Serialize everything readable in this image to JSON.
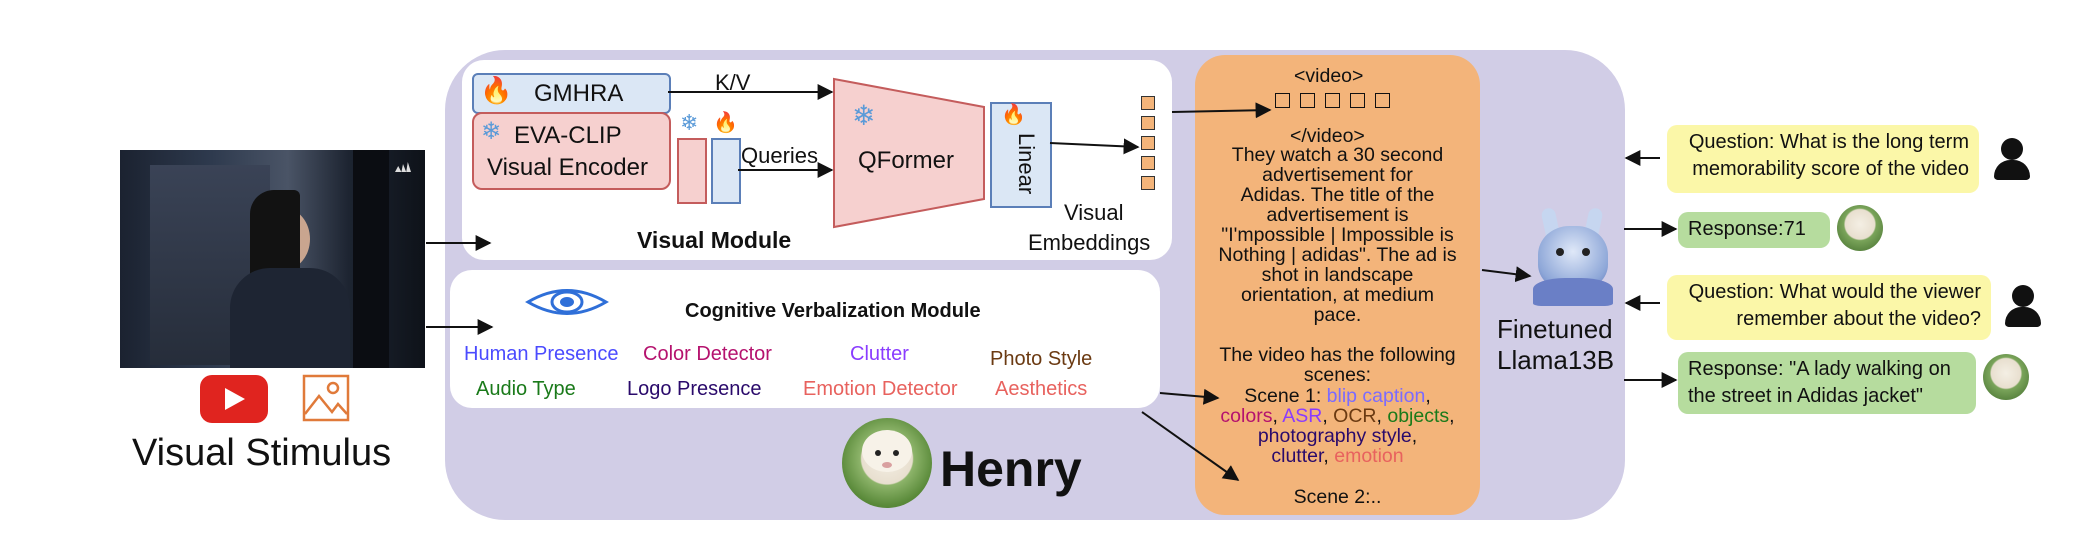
{
  "stimulus": {
    "caption": "Visual Stimulus"
  },
  "henry": {
    "title": "Henry"
  },
  "visual_module": {
    "title": "Visual Module",
    "gmhra": "GMHRA",
    "eva_line1": "EVA-CLIP",
    "eva_line2": "Visual Encoder",
    "kv": "K/V",
    "queries": "Queries",
    "qformer": "QFormer",
    "linear": "Linear",
    "embeddings_line1": "Visual",
    "embeddings_line2": "Embeddings"
  },
  "cognitive_module": {
    "title": "Cognitive Verbalization Module",
    "items": [
      {
        "label": "Human Presence",
        "color": "#4b4bff"
      },
      {
        "label": "Color Detector",
        "color": "#b5126e"
      },
      {
        "label": "Clutter",
        "color": "#8a3cff"
      },
      {
        "label": "Photo Style",
        "color": "#6b3a12"
      },
      {
        "label": "Audio Type",
        "color": "#1a7a1a"
      },
      {
        "label": "Logo Presence",
        "color": "#2a0a6b"
      },
      {
        "label": "Emotion Detector",
        "color": "#e8625e"
      },
      {
        "label": "Aesthetics",
        "color": "#e8625e"
      }
    ]
  },
  "prompt": {
    "video_open": "<video>",
    "video_close": "</video>",
    "line1": "They watch a 30 second",
    "line2": "advertisement for",
    "line3": "Adidas. The title of the",
    "line4": "advertisement is",
    "line5": "\"I'mpossible | Impossible is",
    "line6": "Nothing | adidas\". The ad is",
    "line7": "shot in landscape",
    "line8": "orientation, at medium",
    "line9": "pace.",
    "scenes_line1": "The video has the following",
    "scenes_line2": "scenes:",
    "scene1_prefix": "Scene 1: ",
    "scene1_items": {
      "blip": "blip caption",
      "colors": "colors",
      "asr": "ASR",
      "ocr": "OCR",
      "objects": "objects",
      "photo": "photography style",
      "clutter": "clutter",
      "emotion": "emotion"
    },
    "scene2": "Scene 2:.."
  },
  "llm": {
    "line1": "Finetuned",
    "line2": "Llama13B"
  },
  "qa": [
    {
      "question_line1": "Question: What is the long term",
      "question_line2": "memorability score of the video",
      "response": "Response:71"
    },
    {
      "question_line1": "Question: What would the viewer",
      "question_line2": "remember about the video?",
      "response_line1": "Response: \"A lady walking on",
      "response_line2": "the street in Adidas jacket\""
    }
  ],
  "icons": [
    "fire-icon",
    "snowflake-icon",
    "youtube-icon",
    "image-icon",
    "eye-icon",
    "person-icon",
    "llama-icon",
    "lamb-avatar-icon"
  ]
}
